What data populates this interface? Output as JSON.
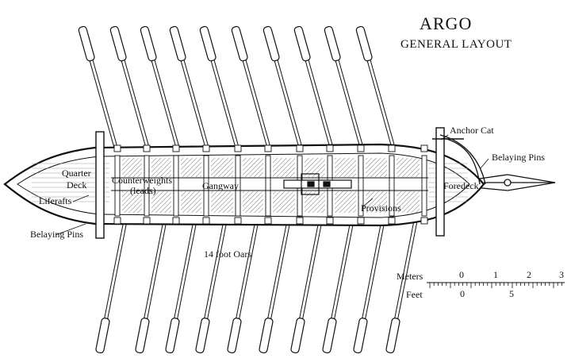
{
  "title": "ARGO",
  "subtitle": "GENERAL LAYOUT",
  "labels": {
    "anchor_cat": "Anchor Cat",
    "belaying_pins_bow": "Belaying Pins",
    "quarter": "Quarter",
    "deck": "Deck",
    "counterweights": "Counterweights",
    "leads": "(leads)",
    "gangway": "Gangway",
    "foredeck": "Foredeck",
    "liferafts": "Liferafts",
    "provisions": "Provisions",
    "belaying_pins_stern": "Belaying Pins",
    "oars": "14 foot Oars"
  },
  "scale": {
    "meters_label": "Meters",
    "feet_label": "Feet",
    "meters_ticks": [
      "0",
      "1",
      "2",
      "3"
    ],
    "feet_ticks": [
      "0",
      "5"
    ]
  },
  "colors": {
    "ink": "#111111",
    "paper": "#ffffff",
    "hatch": "#777777"
  }
}
